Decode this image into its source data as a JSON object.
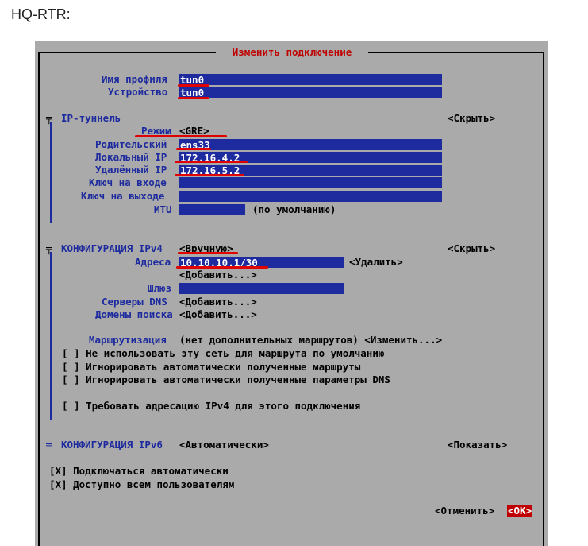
{
  "caption": "HQ-RTR:",
  "dialog_title": "Изменить подключение",
  "profile": {
    "name_label": "Имя профиля",
    "name_value": "tun0",
    "device_label": "Устройство",
    "device_value": "tun0"
  },
  "tunnel": {
    "header": "IP-туннель",
    "toggle": "<Скрыть>",
    "mode_label": "Режим",
    "mode_value": "<GRE>",
    "parent_label": "Родительский",
    "parent_value": "ens33",
    "local_label": "Локальный IP",
    "local_value": "172.16.4.2",
    "remote_label": "Удалённый IP",
    "remote_value": "172.16.5.2",
    "in_key_label": "Ключ на входе",
    "out_key_label": "Ключ на выходе",
    "mtu_label": "MTU",
    "mtu_note": "(по умолчанию)"
  },
  "ipv4": {
    "header": "КОНФИГУРАЦИЯ IPv4",
    "mode_value": "<Вручную>",
    "toggle": "<Скрыть>",
    "addresses_label": "Адреса",
    "address_value": "10.10.10.1/30",
    "remove_btn": "<Удалить>",
    "add_address_btn": "<Добавить...>",
    "gateway_label": "Шлюз",
    "dns_label": "Серверы DNS",
    "dns_add": "<Добавить...>",
    "search_label": "Домены поиска",
    "search_add": "<Добавить...>",
    "routing_label": "Маршрутизация",
    "routing_text": "(нет дополнительных маршрутов) <Изменить...>",
    "cb_default_route": "[ ] Не использовать эту сеть для маршрута по умолчанию",
    "cb_ignore_routes": "[ ] Игнорировать автоматически полученные маршруты",
    "cb_ignore_dns": "[ ] Игнорировать автоматически полученные параметры DNS",
    "cb_require": "[ ] Требовать адресацию IPv4 для этого подключения"
  },
  "ipv6": {
    "header": "КОНФИГУРАЦИЯ IPv6",
    "mode_value": "<Автоматически>",
    "toggle": "<Показать>"
  },
  "cb_autoconnect": "[X] Подключаться автоматически",
  "cb_all_users": "[X] Доступно всем пользователям",
  "cancel_btn": "<Отменить>",
  "ok_btn": "<OK>"
}
